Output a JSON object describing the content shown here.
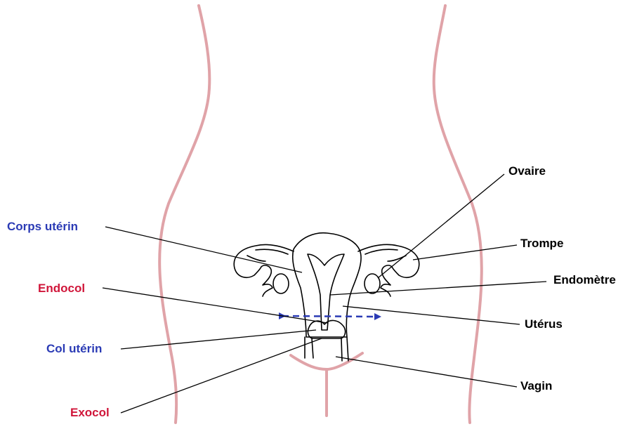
{
  "labels": {
    "corps_uterin": "Corps utérin",
    "endocol": "Endocol",
    "col_uterin": "Col utérin",
    "exocol": "Exocol",
    "ovaire": "Ovaire",
    "trompe": "Trompe",
    "endometre": "Endomètre",
    "uterus": "Utérus",
    "vagin": "Vagin"
  },
  "colors": {
    "body_outline": "#e0a3a8",
    "organ_stroke": "#000000",
    "leader_line": "#000000",
    "label_blue": "#2b3bb5",
    "label_red": "#d0163a",
    "label_black": "#000000",
    "arrow": "#2b3bb5"
  }
}
